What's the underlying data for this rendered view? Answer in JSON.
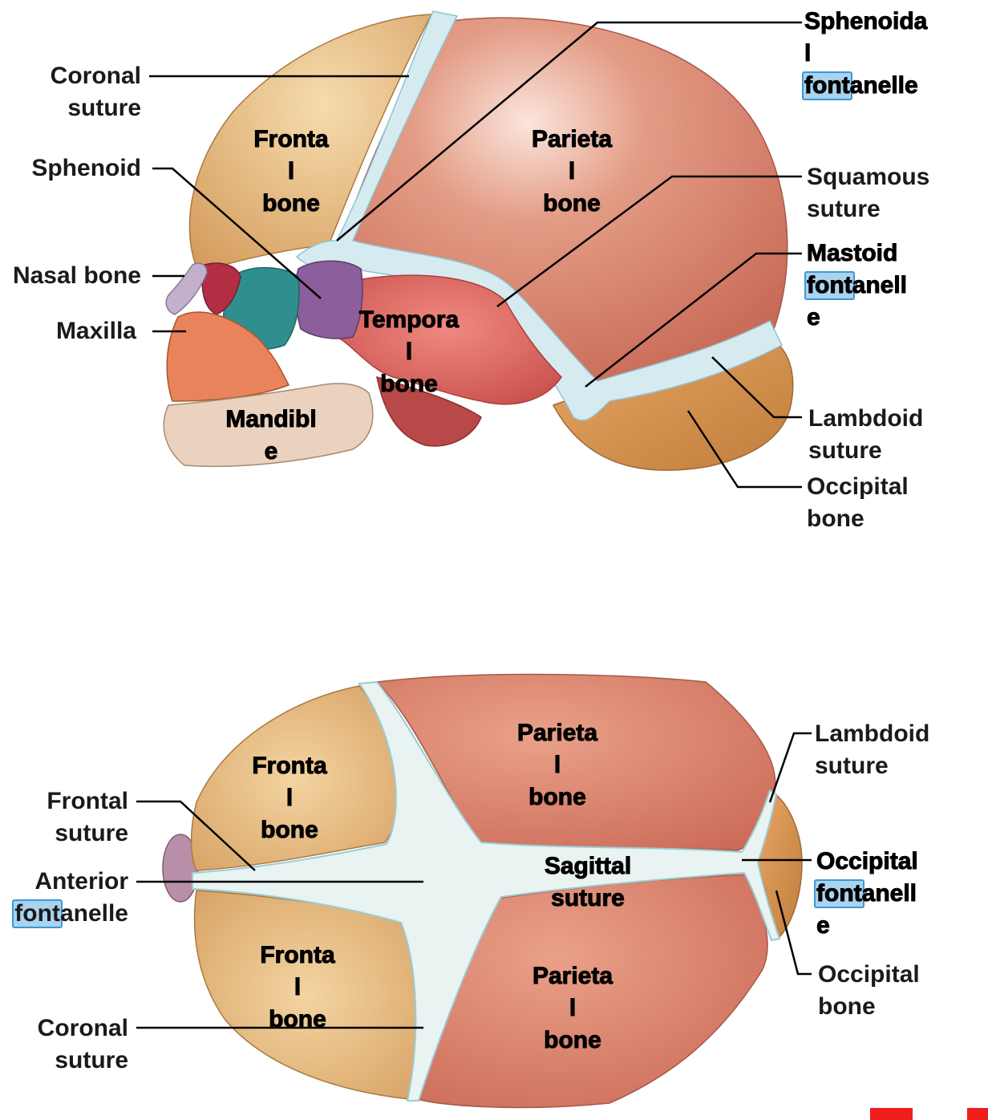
{
  "lateral_view": {
    "left_labels": {
      "coronal": [
        "Coronal",
        "suture"
      ],
      "sphenoid": "Sphenoid",
      "nasal": "Nasal bone",
      "maxilla": "Maxilla"
    },
    "right_labels": {
      "sphenoidal_fontanelle": [
        "Sphenoida",
        "l",
        "font",
        "anelle"
      ],
      "squamous": [
        "Squamous",
        "suture"
      ],
      "mastoid_fontanelle": [
        "Mastoid",
        "font",
        "anell",
        "e"
      ],
      "lambdoid": [
        "Lambdoid",
        "suture"
      ],
      "occipital_bone": [
        "Occipital",
        "bone"
      ]
    },
    "bone_labels": {
      "frontal": [
        "Fronta",
        "l",
        "bone"
      ],
      "parietal": [
        "Parieta",
        "l",
        "bone"
      ],
      "temporal": [
        "Tempora",
        "l",
        "bone"
      ],
      "mandible": [
        "Mandibl",
        "e"
      ]
    }
  },
  "superior_view": {
    "left_labels": {
      "frontal_suture": [
        "Frontal",
        "suture"
      ],
      "anterior_fontanelle": [
        "Anterior",
        "font",
        "anelle"
      ],
      "coronal": [
        "Coronal",
        "suture"
      ]
    },
    "right_labels": {
      "lambdoid": [
        "Lambdoid",
        "suture"
      ],
      "occipital_fontanelle": [
        "Occipital",
        "font",
        "anell",
        "e"
      ],
      "occipital_bone": [
        "Occipital",
        "bone"
      ]
    },
    "bone_labels": {
      "frontal_top": [
        "Fronta",
        "l",
        "bone"
      ],
      "frontal_bottom": [
        "Fronta",
        "l",
        "bone"
      ],
      "parietal_top": [
        "Parieta",
        "l",
        "bone"
      ],
      "parietal_bottom": [
        "Parieta",
        "l",
        "bone"
      ],
      "sagittal": [
        "Sagittal",
        "suture"
      ]
    }
  },
  "colors": {
    "frontal": "#e7b87a",
    "parietal": "#d9806b",
    "temporal": "#e0706a",
    "occipital": "#d99a54",
    "fontanelle": "#d8ecef",
    "sphenoid": "#8a5c99",
    "maxilla": "#e8835b",
    "mandible": "#e9d1bd",
    "highlight": "#3b98d8",
    "marker": "#ef1d1d"
  }
}
